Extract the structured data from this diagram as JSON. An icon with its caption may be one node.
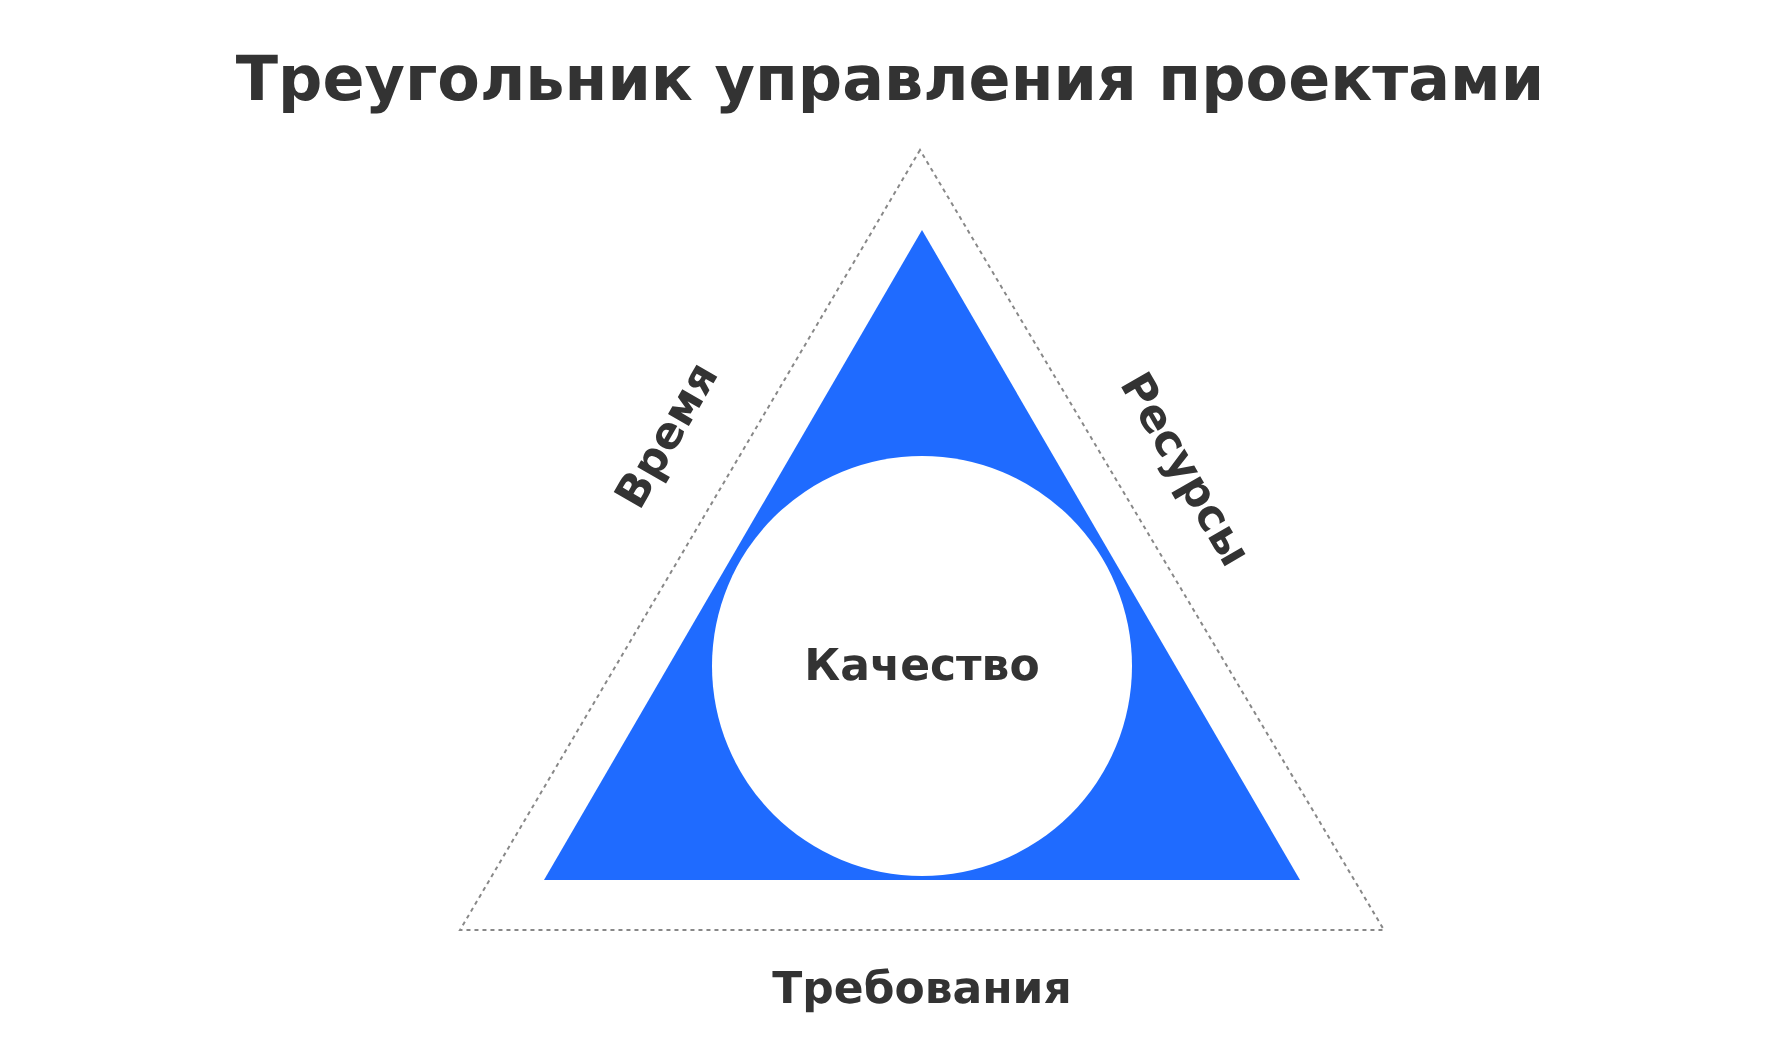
{
  "diagram": {
    "title": "Треугольник управления проектами",
    "nodes": [
      {
        "text": [],
        "shape": "triangle"
      },
      {
        "text": [
          "Качество"
        ],
        "in": 0
      }
    ],
    "labels": [
      "Время",
      "Ресурсы",
      "Требования"
    ]
  }
}
